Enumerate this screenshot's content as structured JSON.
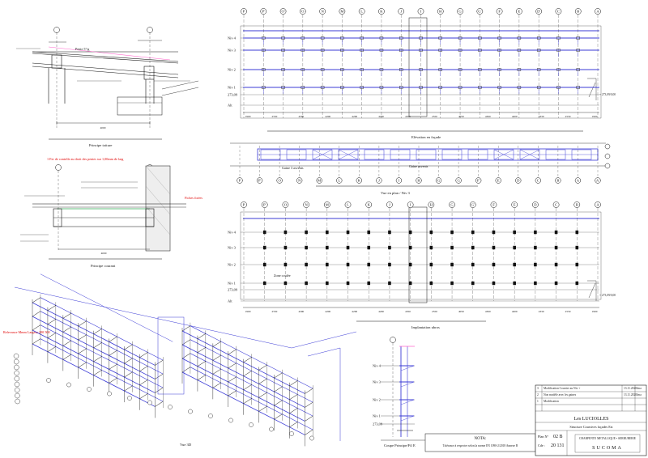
{
  "colors": {
    "ink": "#111111",
    "structure": "#3b3bd6",
    "accent": "#e00000",
    "highlight": "#ff66cc",
    "green": "#33aa55"
  },
  "grid_top": [
    "P",
    "P'",
    "O'",
    "O",
    "N",
    "M",
    "L",
    "K",
    "J",
    "I",
    "H",
    "G",
    "G'",
    "F",
    "E",
    "D'",
    "C",
    "B",
    "A"
  ],
  "grid_mid": [
    "P",
    "P'",
    "O",
    "N",
    "M",
    "L",
    "K",
    "J",
    "I",
    "H",
    "G",
    "G",
    "F'",
    "E",
    "D",
    "C",
    "B",
    "A",
    "A'"
  ],
  "grid_plan": [
    "P",
    "P'",
    "O",
    "N",
    "M",
    "L",
    "K",
    "J",
    "I",
    "H",
    "G",
    "G'",
    "F",
    "E",
    "D",
    "C",
    "B",
    "A"
  ],
  "levels_top": [
    "Niv 4",
    "Niv 3",
    "Niv 2",
    "Niv 1",
    "273,09",
    "Alt"
  ],
  "levels_plan": [
    "Niv 4",
    "Niv 3",
    "Niv 2",
    "Niv 1",
    "273,09",
    "Alt"
  ],
  "levels_section": [
    "Niv 4",
    "Niv 3",
    "Niv 2",
    "Niv 1",
    "273,09"
  ],
  "dims_top": [
    "1900",
    "2550",
    "4300",
    "4200",
    "4200",
    "4200",
    "4350",
    "2550",
    "4050",
    "4300",
    "4200",
    "4330",
    "2550",
    "1900"
  ],
  "dims_plan": [
    "1900",
    "2550",
    "4300",
    "4200",
    "4200",
    "4200",
    "4350",
    "2550",
    "4050",
    "4300",
    "4200",
    "4330",
    "2550",
    "1900"
  ],
  "captions": {
    "principe_toiture": "Principe toiture",
    "principe_courant": "Principe courant",
    "elevation": "Elévation en façade",
    "vue_en_plan": "Vue en plan / Niv 3",
    "implantation": "Implantation ubros",
    "vue_3d": "Vue 3D",
    "coupe": "Coupe Principe/Fil E"
  },
  "annotations": {
    "pente": "Pente 5°/g",
    "red_toiture": "1 Fer de contrôle au droit des pentes sur 1,00mm de larg",
    "red_3d": "Relevance Mmm Largeur 200 500",
    "red_side": "Fiches fixées",
    "zone": "Zone coulée",
    "dim_bottom_left": "4000",
    "dim_toiture": "4000",
    "level_value": "+ 273,09/0,00"
  },
  "note": {
    "title": "NOTA:",
    "text": "Tolérance à respecter selon la norme EN 1090-2/2018 Annexe B"
  },
  "title_block": {
    "revisions": [
      [
        "3",
        "Modification Courrier au Niv +",
        "13.11.2020",
        "Jma"
      ],
      [
        "2",
        "Non modèle avec les gaines",
        "13.11.2020",
        "Jma"
      ],
      [
        "1",
        "Modification",
        "",
        ""
      ]
    ],
    "project": "Les LUCIOLLES",
    "title": "Structure Coursives façades Est",
    "plan_label": "Plan N°",
    "plan_no": "02 B",
    "code_label": "Cde :",
    "code_no": "20 131",
    "company": "SUCOMA",
    "company_sub": "CHARPENTE METALLIQUE • SERRURERIE"
  }
}
